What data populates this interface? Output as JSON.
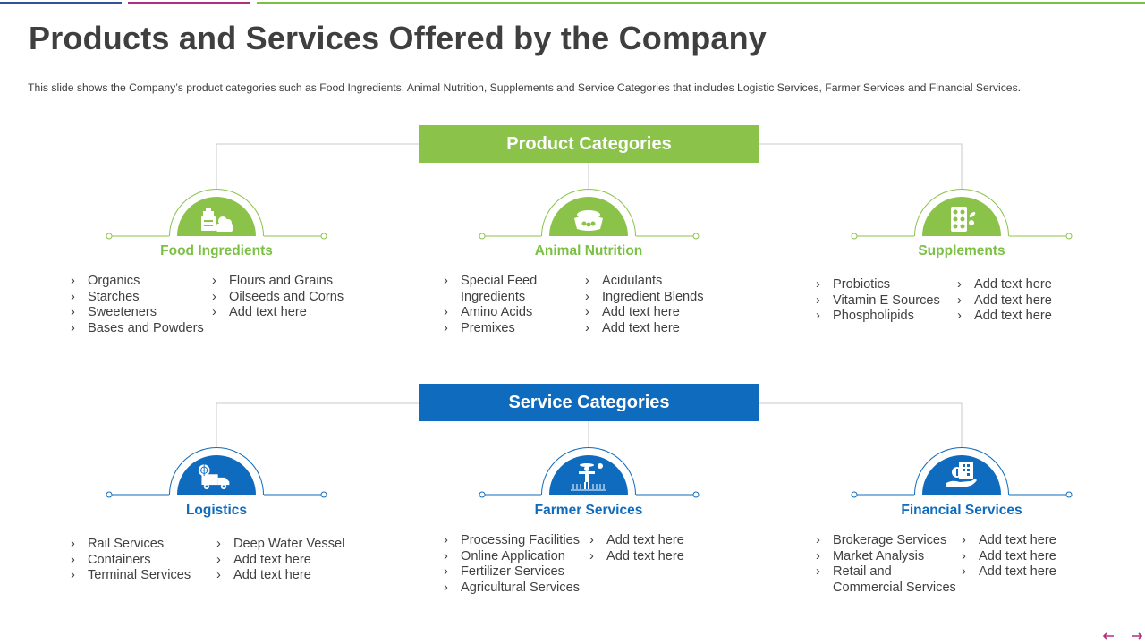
{
  "title": "Products and Services Offered by the Company",
  "subtitle": "This slide shows the Company’s product categories such as Food Ingredients,  Animal Nutrition, Supplements and Service Categories that includes Logistic Services,  Farmer Services and Financial Services.",
  "colors": {
    "green": "#8bc34a",
    "blue": "#0f6bbd",
    "text": "#404040"
  },
  "product_categories": {
    "label": "Product Categories",
    "nodes": [
      {
        "label": "Food Ingredients",
        "icon": "food-basket-icon",
        "col1": [
          "Organics",
          "Starches",
          "Sweeteners",
          "Bases and Powders"
        ],
        "col2": [
          "Flours and Grains",
          "Oilseeds and Corns",
          "Add text here"
        ]
      },
      {
        "label": "Animal Nutrition",
        "icon": "feed-bowl-icon",
        "col1": [
          "Special Feed Ingredients",
          "Amino Acids",
          "Premixes"
        ],
        "col2": [
          "Acidulants",
          "Ingredient Blends",
          "Add text here",
          "Add text here"
        ]
      },
      {
        "label": "Supplements",
        "icon": "pills-icon",
        "col1": [
          "Probiotics",
          "Vitamin E Sources",
          "Phospholipids"
        ],
        "col2": [
          "Add text here",
          "Add text here",
          "Add text here"
        ]
      }
    ]
  },
  "service_categories": {
    "label": "Service Categories",
    "nodes": [
      {
        "label": "Logistics",
        "icon": "truck-globe-icon",
        "col1": [
          "Rail Services",
          "Containers",
          "Terminal Services"
        ],
        "col2": [
          "Deep Water Vessel",
          "Add text here",
          "Add text here"
        ]
      },
      {
        "label": "Farmer Services",
        "icon": "farmer-icon",
        "col1": [
          "Processing Facilities",
          "Online Application",
          "Fertilizer Services",
          "Agricultural Services"
        ],
        "col2": [
          "Add text here",
          "Add text here"
        ]
      },
      {
        "label": "Financial Services",
        "icon": "money-hand-icon",
        "col1": [
          "Brokerage Services",
          "Market Analysis",
          "Retail and Commercial Services"
        ],
        "col2": [
          "Add text here",
          "Add text here",
          "Add text here"
        ]
      }
    ]
  }
}
